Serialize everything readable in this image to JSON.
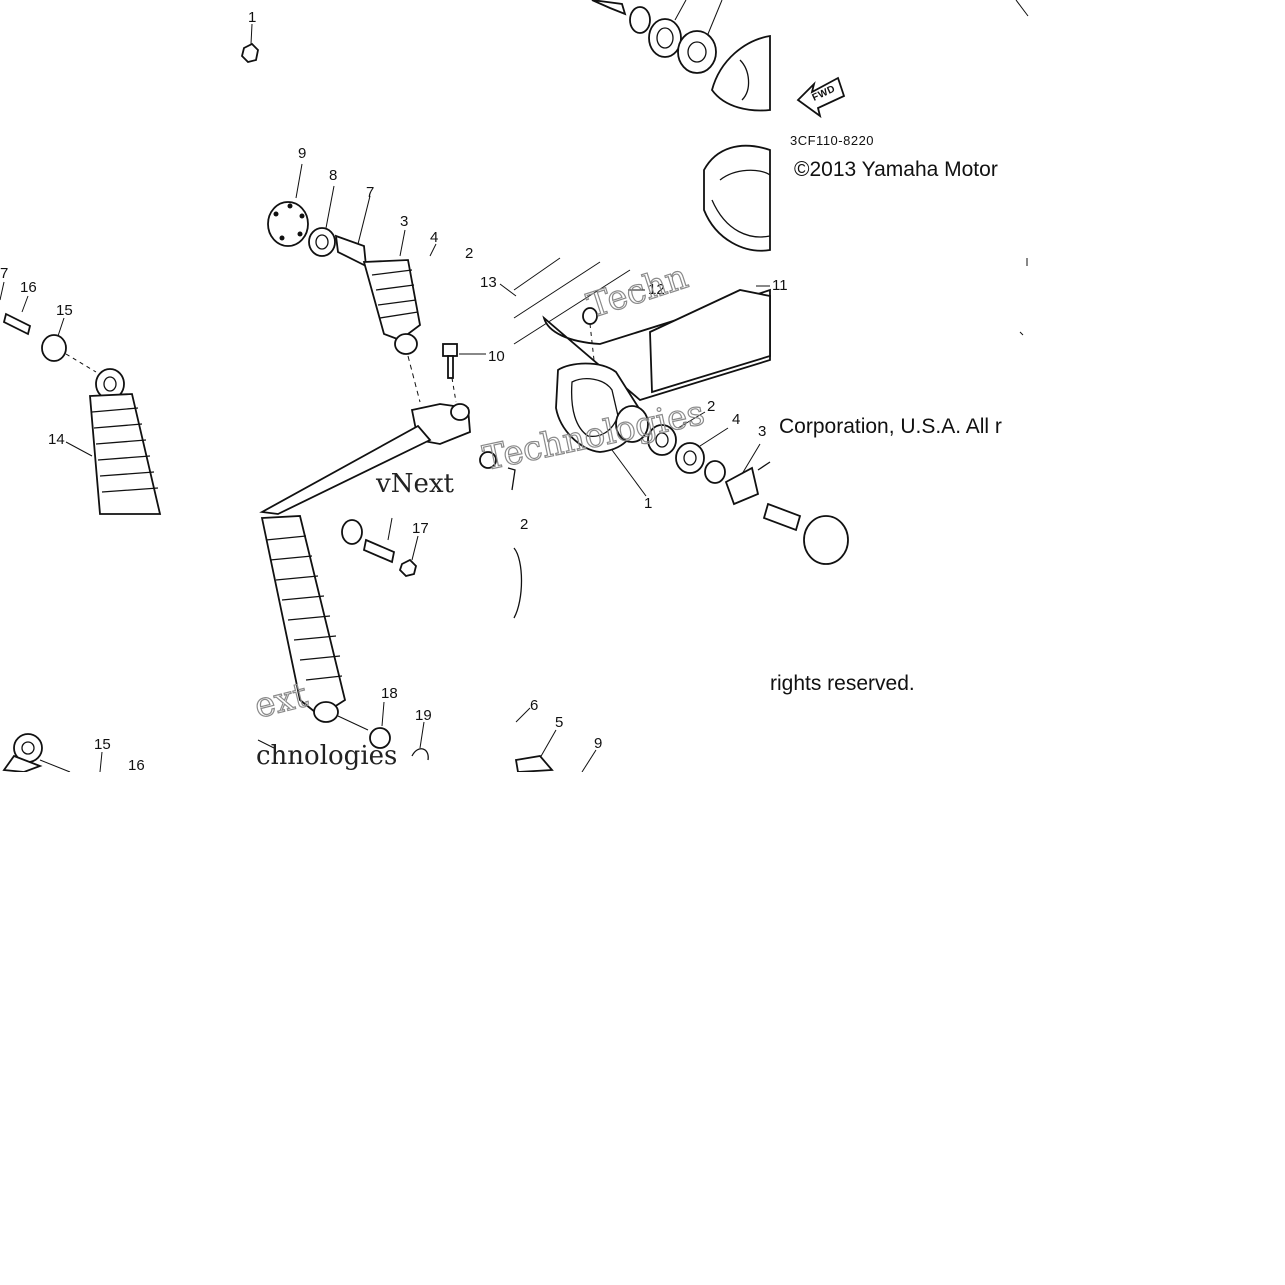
{
  "diagram": {
    "fwd_label": "FWD",
    "drawing_code": "3CF110-8220",
    "copyright_line1": "©2013 Yamaha Motor",
    "copyright_line2": "Corporation, U.S.A. All r",
    "copyright_line3": "rights reserved.",
    "watermark_a": "vNext",
    "watermark_b": "Technologies",
    "watermark_c": "Techn",
    "watermark_d": "ext",
    "watermark_e": "chnologies",
    "callouts": [
      {
        "label": "1"
      },
      {
        "label": "9"
      },
      {
        "label": "8"
      },
      {
        "label": "7"
      },
      {
        "label": "3"
      },
      {
        "label": "4"
      },
      {
        "label": "2"
      },
      {
        "label": "7"
      },
      {
        "label": "16"
      },
      {
        "label": "15"
      },
      {
        "label": "14"
      },
      {
        "label": "10"
      },
      {
        "label": "13"
      },
      {
        "label": "12"
      },
      {
        "label": "11"
      },
      {
        "label": "2"
      },
      {
        "label": "4"
      },
      {
        "label": "3"
      },
      {
        "label": "1"
      },
      {
        "label": "17"
      },
      {
        "label": "2"
      },
      {
        "label": "18"
      },
      {
        "label": "19"
      },
      {
        "label": "6"
      },
      {
        "label": "5"
      },
      {
        "label": "9"
      },
      {
        "label": "15"
      },
      {
        "label": "16"
      }
    ]
  }
}
